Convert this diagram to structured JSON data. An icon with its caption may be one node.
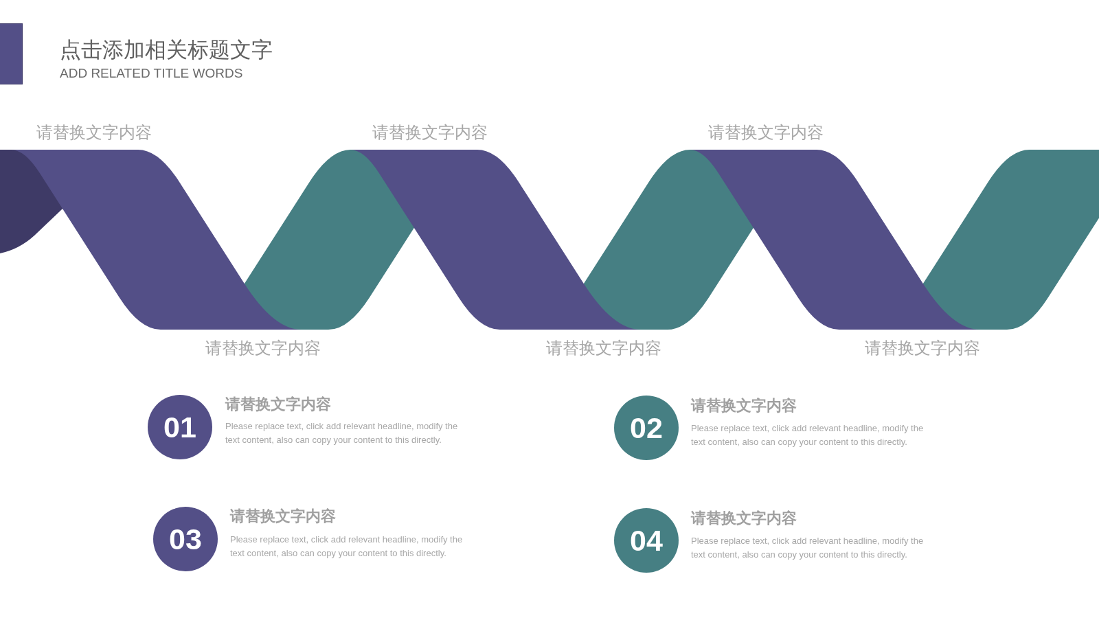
{
  "diagram": {
    "title": "点击添加相关标题文字",
    "nodes": [
      {
        "text": [
          "01"
        ],
        "beside": [
          "请替换文字内容",
          "Please replace text, click add relevant headline, modify the text content, also can copy your content to this directly."
        ]
      },
      {
        "text": [
          "02"
        ],
        "beside": [
          "请替换文字内容",
          "Please replace text, click add relevant headline, modify the text content, also can copy your content to this directly."
        ]
      },
      {
        "text": [
          "03"
        ],
        "beside": [
          "请替换文字内容",
          "Please replace text, click add relevant headline, modify the text content, also can copy your content to this directly."
        ]
      },
      {
        "text": [
          "04"
        ],
        "beside": [
          "请替换文字内容",
          "Please replace text, click add relevant headline, modify the text content, also can copy your content to this directly."
        ]
      }
    ],
    "labels": [
      "ADD RELATED TITLE WORDS",
      "请替换文字内容",
      "请替换文字内容",
      "请替换文字内容",
      "请替换文字内容",
      "请替换文字内容",
      "请替换文字内容"
    ]
  }
}
